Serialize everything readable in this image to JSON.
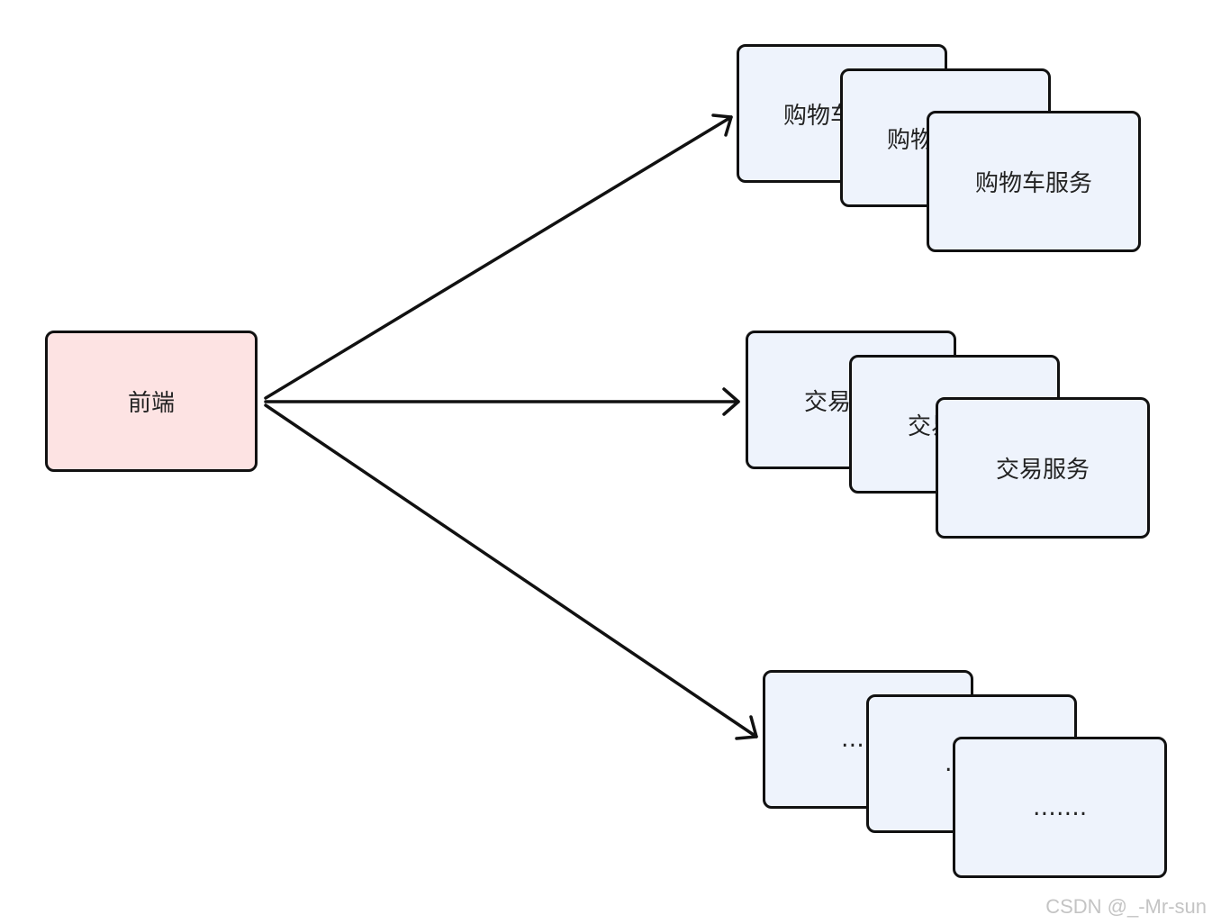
{
  "frontend": {
    "label": "前端",
    "color": "#fde3e3"
  },
  "groups": [
    {
      "name": "cart",
      "labels": [
        "购物车服务",
        "购物车服务",
        "购物车服务"
      ]
    },
    {
      "name": "trade",
      "labels": [
        "交易服务",
        "交易服务",
        "交易服务"
      ]
    },
    {
      "name": "more",
      "labels": [
        "…….",
        "…….",
        "……."
      ]
    }
  ],
  "service_color": "#eef3fc",
  "watermark": "CSDN @_-Mr-sun"
}
